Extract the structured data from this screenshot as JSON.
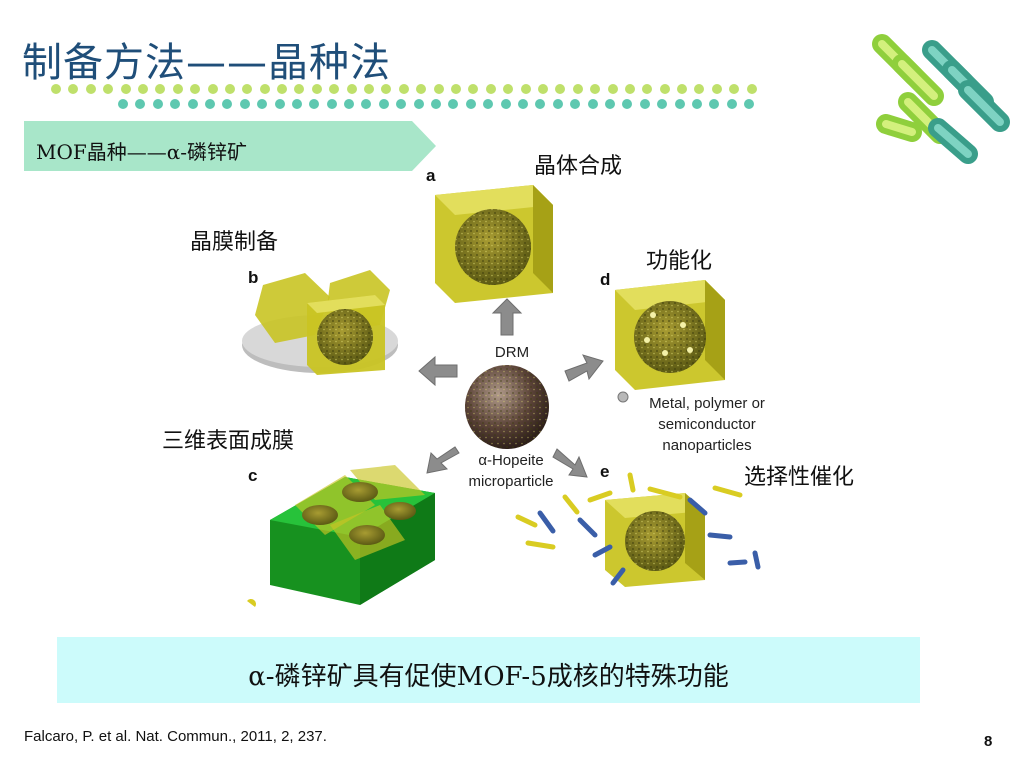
{
  "slide": {
    "title": "制备方法——晶种法",
    "banner": "MOF晶种——α-磷锌矿",
    "conclusion": "α-磷锌矿具有促使MOF-5成核的特殊功能",
    "citation": "Falcaro, P. et al. Nat. Commun., 2011, 2, 237.",
    "page_number": "8"
  },
  "labels": {
    "crystal_synthesis": "晶体合成",
    "membrane_prep": "晶膜制备",
    "functionalization": "功能化",
    "surface_membrane_3d": "三维表面成膜",
    "selective_catalysis": "选择性催化"
  },
  "figure": {
    "panel_a": "a",
    "panel_b": "b",
    "panel_c": "c",
    "panel_d": "d",
    "panel_e": "e",
    "drm": "DRM",
    "center_line1": "α-Hopeite",
    "center_line2": "microparticle",
    "nano_line1": "Metal, polymer or",
    "nano_line2": "semiconductor",
    "nano_line3": "nanoparticles"
  },
  "colors": {
    "title": "#1f4e79",
    "banner": "#a8e6c9",
    "dot_top": "#bfe06b",
    "dot_bottom": "#5ec8b0",
    "conclusion_bg": "#ccfbfb",
    "crystal_yellow": "#c9c423",
    "membrane_green": "#1fae2a"
  }
}
